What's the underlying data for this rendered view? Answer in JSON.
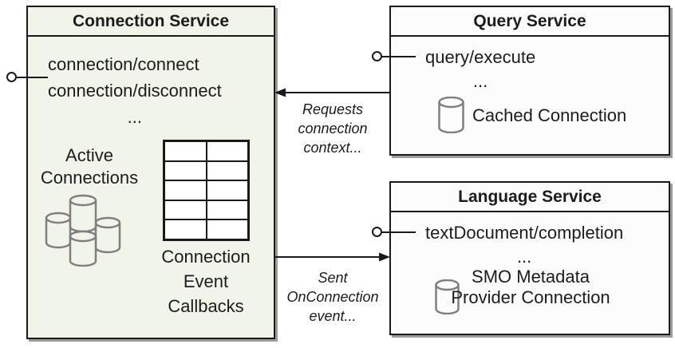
{
  "connection_service": {
    "title": "Connection Service",
    "method_1": "connection/connect",
    "method_2": "connection/disconnect",
    "ellipsis": "...",
    "active_connections": {
      "line_1": "Active",
      "line_2": "Connections"
    },
    "event_callbacks": {
      "line_1": "Connection",
      "line_2": "Event",
      "line_3": "Callbacks"
    }
  },
  "query_service": {
    "title": "Query Service",
    "method_1": "query/execute",
    "ellipsis": "...",
    "cached_connection_label": "Cached Connection"
  },
  "language_service": {
    "title": "Language Service",
    "method_1": "textDocument/completion",
    "ellipsis": "...",
    "provider_connection": {
      "line_1": "SMO Metadata",
      "line_2": "Provider Connection"
    }
  },
  "arrows": {
    "requests_connection_context": {
      "line_1": "Requests",
      "line_2": "connection",
      "line_3": "context..."
    },
    "sent_onconnection_event": {
      "line_1": "Sent",
      "line_2": "OnConnection",
      "line_3": "event..."
    }
  },
  "colors": {
    "connection_box_fill": "#f0f4e9",
    "service_box_fill": "#fcfcfc",
    "border": "#1a1a1a",
    "cylinder_stroke": "#7f7f7f",
    "shadow": "#9d9d9d"
  }
}
